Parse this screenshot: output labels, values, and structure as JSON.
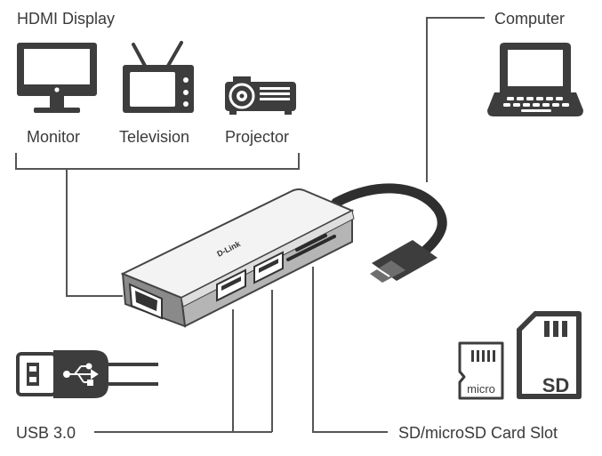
{
  "labels": {
    "hdmi_display": "HDMI Display",
    "monitor": "Monitor",
    "television": "Television",
    "projector": "Projector",
    "computer": "Computer",
    "usb": "USB 3.0",
    "card_slot": "SD/microSD Card Slot"
  },
  "brand_mark": "D-Link",
  "sd_card_text": "SD",
  "microsd_card_text": "micro",
  "colors": {
    "ink": "#3a3a3a",
    "line": "#555555",
    "hub_top": "#f3f3f3",
    "hub_side": "#8a8a8a",
    "cable": "#2f2f2f"
  },
  "icons": [
    "monitor-icon",
    "television-icon",
    "projector-icon",
    "laptop-icon",
    "usb-plug-icon",
    "microsd-card-icon",
    "sd-card-icon",
    "usb-c-hub"
  ]
}
